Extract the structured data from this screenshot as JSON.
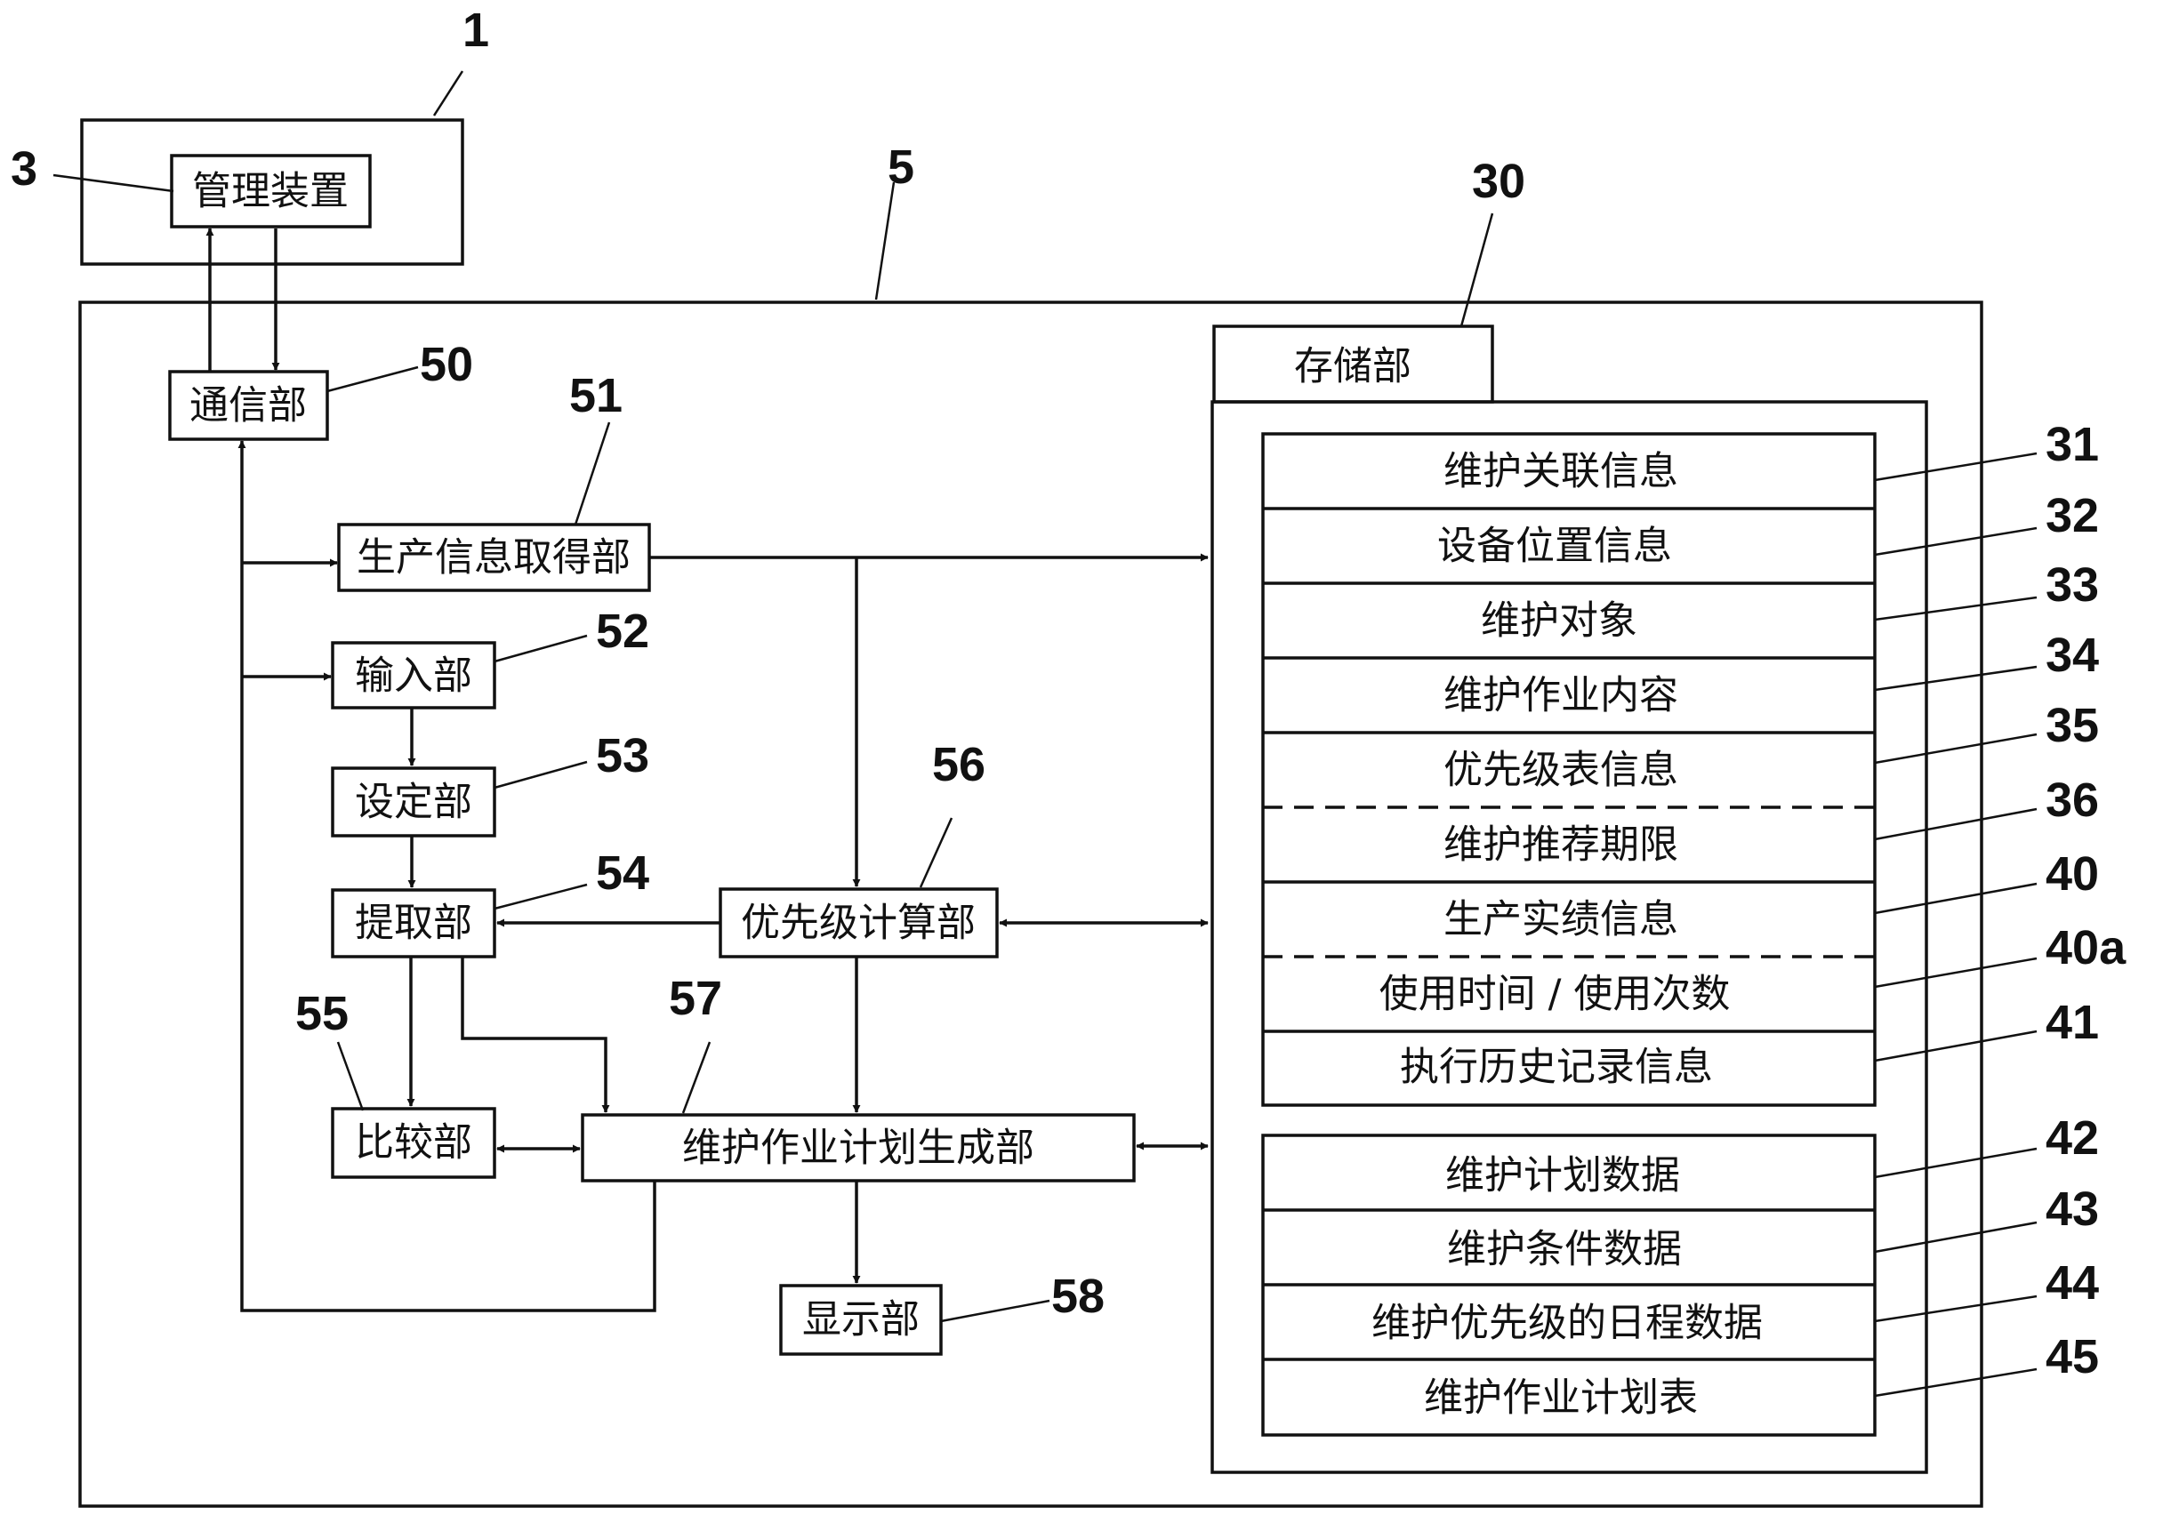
{
  "refs": {
    "system": "1",
    "management": "3",
    "machine": "5",
    "storage": "30",
    "communication": "50",
    "production_acq": "51",
    "input": "52",
    "setting": "53",
    "extraction": "54",
    "comparison": "55",
    "priority_calc": "56",
    "plan_gen": "57",
    "display": "58"
  },
  "blocks": {
    "management": "管理装置",
    "communication": "通信部",
    "production_acq": "生产信息取得部",
    "input": "输入部",
    "setting": "设定部",
    "extraction": "提取部",
    "comparison": "比较部",
    "priority_calc": "优先级计算部",
    "plan_gen": "维护作业计划生成部",
    "display": "显示部",
    "storage": "存储部"
  },
  "storage_group1": [
    {
      "ref": "31",
      "label": "维护关联信息"
    },
    {
      "ref": "32",
      "label": "设备位置信息"
    },
    {
      "ref": "33",
      "label": "维护对象"
    },
    {
      "ref": "34",
      "label": "维护作业内容"
    },
    {
      "ref": "35",
      "label": "优先级表信息"
    },
    {
      "ref": "36",
      "label": "维护推荐期限"
    },
    {
      "ref": "40",
      "label": "生产实绩信息"
    },
    {
      "ref": "40a",
      "label": "使用时间 / 使用次数"
    },
    {
      "ref": "41",
      "label": "执行历史记录信息"
    }
  ],
  "storage_group2": [
    {
      "ref": "42",
      "label": "维护计划数据"
    },
    {
      "ref": "43",
      "label": "维护条件数据"
    },
    {
      "ref": "44",
      "label": "维护优先级的日程数据"
    },
    {
      "ref": "45",
      "label": "维护作业计划表"
    }
  ]
}
